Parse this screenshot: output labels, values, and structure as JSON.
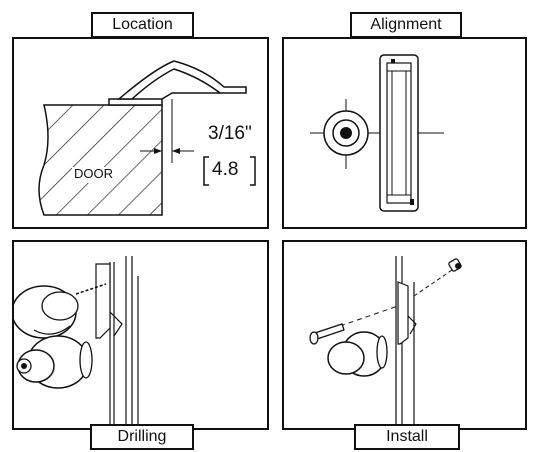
{
  "panels": {
    "location": {
      "title": "Location",
      "door_label": "DOOR",
      "dim_inch": "3/16\"",
      "dim_mm": "4.8"
    },
    "alignment": {
      "title": "Alignment"
    },
    "drilling": {
      "title": "Drilling"
    },
    "install": {
      "title": "Install"
    }
  },
  "colors": {
    "line": "#111111",
    "background": "#ffffff"
  },
  "icons": [
    "latch-plate",
    "door-knob",
    "drill",
    "screw",
    "hinge-pin"
  ]
}
